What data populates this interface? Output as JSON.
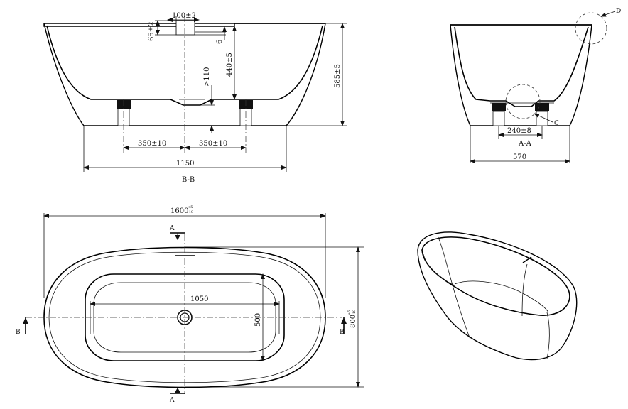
{
  "section_bb": {
    "label": "B-B",
    "dims": {
      "drain_width": "100±2",
      "drain_depth": "65±2",
      "wall_gap": "6",
      "inner_depth": "440±5",
      "total_height": "585±5",
      "drain_height": ">110",
      "leg_left": "350±10",
      "leg_right": "350±10",
      "base_length": "1150"
    }
  },
  "section_aa": {
    "label": "A-A",
    "callout_d": "D",
    "callout_c": "C",
    "dims": {
      "leg_spacing": "240±8",
      "base_width": "570"
    }
  },
  "plan": {
    "cut_a_top": "A",
    "cut_a_bottom": "A",
    "cut_b_left": "B",
    "cut_b_right": "B",
    "dims": {
      "overall_length": "1600",
      "overall_length_tol_upper": "+5",
      "overall_length_tol_lower": "-10",
      "inner_length": "1050",
      "inner_width": "500",
      "overall_width": "800",
      "overall_width_tol_upper": "+5",
      "overall_width_tol_lower": "-10"
    }
  }
}
